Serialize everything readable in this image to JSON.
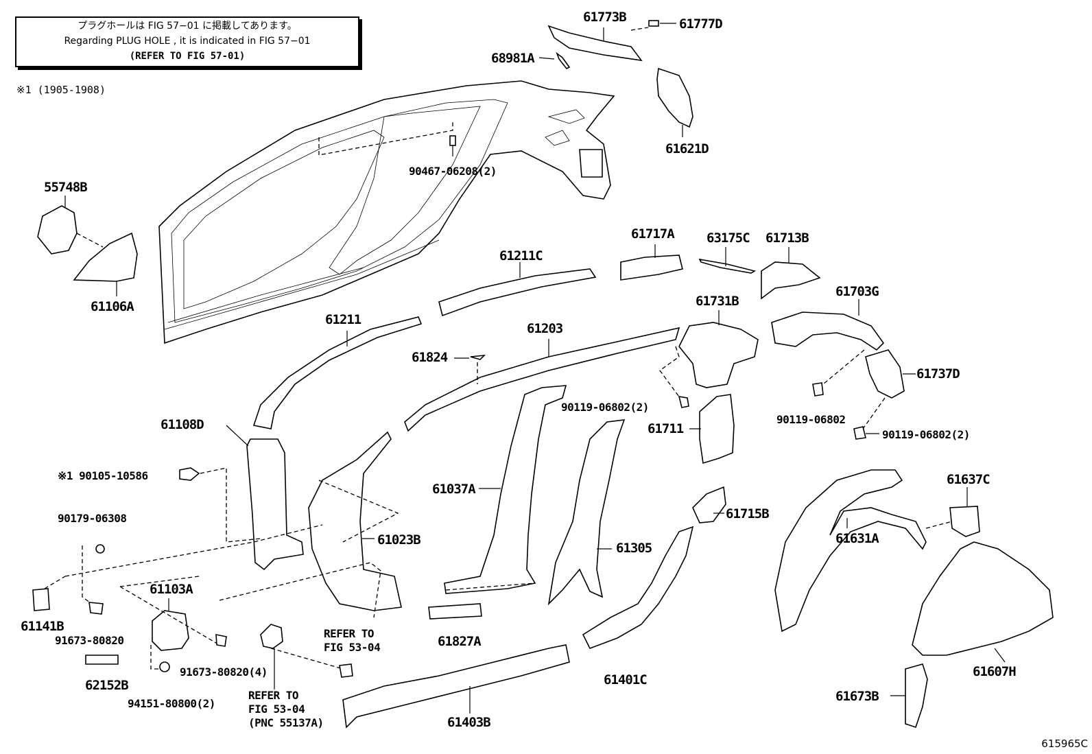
{
  "note": {
    "line1": "プラグホールは FIG 57−01 に掲載してあります。",
    "line2": "Regarding  PLUG  HOLE , it is indicated in FIG  57−01",
    "line3": "(REFER  TO  FIG 57-01)"
  },
  "footnote": "※1 (1905-1908)",
  "figure_id": "615965C",
  "labels": {
    "p61773B": "61773B",
    "p61777D": "61777D",
    "p68981A": "68981A",
    "p61621D": "61621D",
    "p90467": "90467-06208(2)",
    "p55748B": "55748B",
    "p61106A": "61106A",
    "p61211C": "61211C",
    "p61717A": "61717A",
    "p63175C": "63175C",
    "p61713B": "61713B",
    "p61211": "61211",
    "p61203": "61203",
    "p61731B": "61731B",
    "p61703G": "61703G",
    "p61824": "61824",
    "p61737D": "61737D",
    "p90119a": "90119-06802(2)",
    "p90119b": "90119-06802",
    "p61711": "61711",
    "p90119c": "90119-06802(2)",
    "p61108D": "61108D",
    "p90105": "※1 90105-10586",
    "p61037A": "61037A",
    "p90179": "90179-06308",
    "p61023B": "61023B",
    "p61305": "61305",
    "p61715B": "61715B",
    "p61637C": "61637C",
    "p61631A": "61631A",
    "p61103A": "61103A",
    "p61141B": "61141B",
    "p91673a": "91673-80820",
    "p62152B": "62152B",
    "p91673b": "91673-80820(4)",
    "p94151": "94151-80800(2)",
    "p61827A": "61827A",
    "refer1a": "REFER TO",
    "refer1b": "FIG 53-04",
    "refer2a": "REFER TO",
    "refer2b": "FIG 53-04",
    "refer2c": "(PNC 55137A)",
    "p61401C": "61401C",
    "p61607H": "61607H",
    "p61403B": "61403B",
    "p61673B": "61673B"
  }
}
